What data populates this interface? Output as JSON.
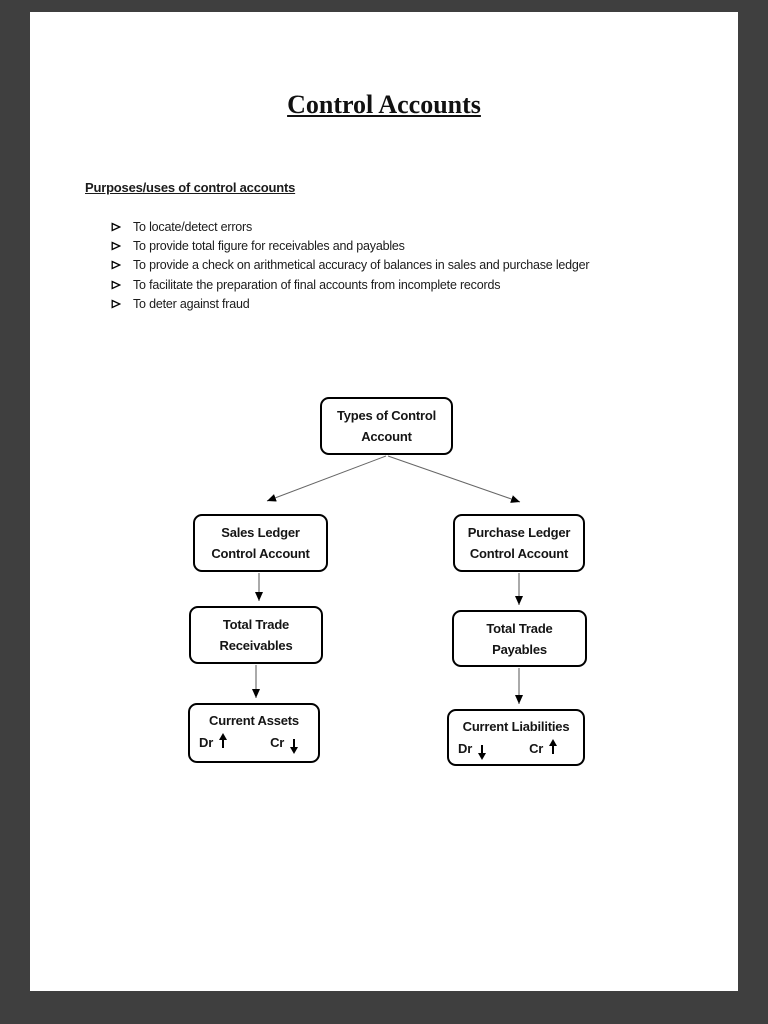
{
  "document": {
    "title": "Control Accounts",
    "section_heading": "Purposes/uses of control accounts",
    "bullet_icon": "right-arrowhead",
    "bullet_items": [
      "To locate/detect errors",
      "To provide total figure for receivables and payables",
      "To provide a check on arithmetical accuracy of balances in sales and purchase ledger",
      "To facilitate the preparation of final accounts from incomplete records",
      "To deter against fraud"
    ]
  },
  "diagram": {
    "types_box": {
      "line1": "Types of Control",
      "line2": "Account"
    },
    "sales_box": {
      "line1": "Sales Ledger",
      "line2": "Control Account"
    },
    "purchase_box": {
      "line1": "Purchase Ledger",
      "line2": "Control Account"
    },
    "receivables_box": {
      "line1": "Total Trade",
      "line2": "Receivables"
    },
    "payables_box": {
      "line1": "Total Trade",
      "line2": "Payables"
    },
    "assets_box": {
      "title": "Current Assets",
      "dr_label": "Dr",
      "dr_arrow": "up",
      "cr_label": "Cr",
      "cr_arrow": "down"
    },
    "liabilities_box": {
      "title": "Current Liabilities",
      "dr_label": "Dr",
      "dr_arrow": "down",
      "cr_label": "Cr",
      "cr_arrow": "up"
    }
  },
  "colors": {
    "page_background": "#ffffff",
    "viewer_background": "#3f3f3f",
    "text_color": "#1b1b1b",
    "box_border_color": "#000000",
    "connector_color": "#666666",
    "arrowhead_color": "#000000"
  }
}
